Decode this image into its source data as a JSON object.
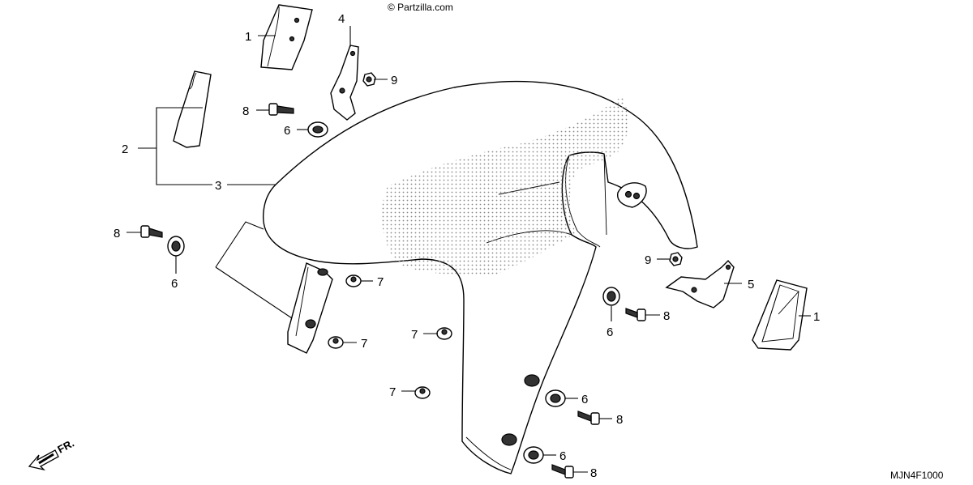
{
  "watermark": "© Partzilla.com",
  "diagram_code": "MJN4F1000",
  "direction_label": "FR.",
  "callouts": {
    "c1a": "1",
    "c1b": "1",
    "c2": "2",
    "c3": "3",
    "c4": "4",
    "c5": "5",
    "c6a": "6",
    "c6b": "6",
    "c6c": "6",
    "c6d": "6",
    "c6e": "6",
    "c7a": "7",
    "c7b": "7",
    "c7c": "7",
    "c7d": "7",
    "c8a": "8",
    "c8b": "8",
    "c8c": "8",
    "c8d": "8",
    "c8e": "8",
    "c9a": "9",
    "c9b": "9"
  },
  "icons": [
    "honda-wing-logo-icon",
    "front-arrow-icon"
  ]
}
